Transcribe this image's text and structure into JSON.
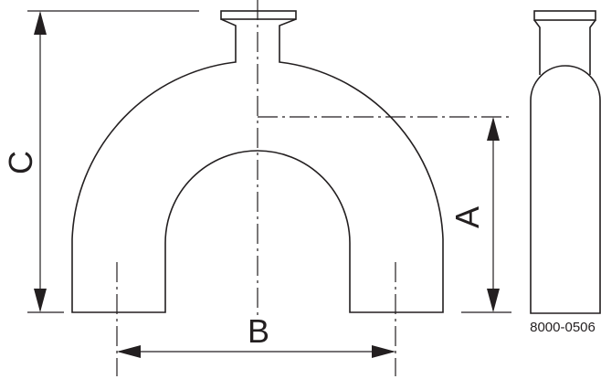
{
  "diagram": {
    "labels": {
      "a": "A",
      "b": "B",
      "c": "C"
    },
    "part_number": "8000-0506",
    "line_color": "#231f20"
  }
}
